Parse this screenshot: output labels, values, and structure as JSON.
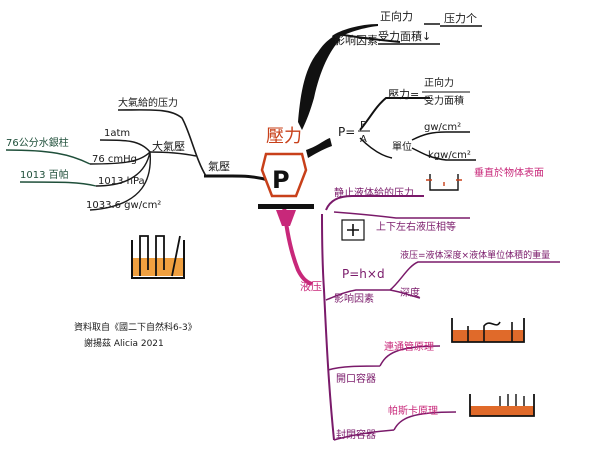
{
  "center": {
    "title": "壓力",
    "symbol": "P"
  },
  "influence": {
    "label": "影响因素",
    "force": "正向力",
    "area": "受力面積↓",
    "result": "压力个"
  },
  "formula": {
    "lhs": "P=",
    "numerator": "F",
    "denominator": "A",
    "def_label": "壓力=",
    "def_top": "正向力",
    "def_bottom": "受力面積",
    "unit_label": "單位",
    "unit1": "gw/cm²",
    "unit2": "kgw/cm²"
  },
  "atmosphere": {
    "branch": "氣壓",
    "big": "大氣壓",
    "label": "大氣給的压力",
    "atm": "1atm",
    "cmhg": "76 cmHg",
    "hpa": "1013 hPa",
    "gwcm": "1033.6 gw/cm²",
    "mercury": "76公分水銀柱",
    "hundred": "1013 百帕"
  },
  "liquid": {
    "branch": "液压",
    "static_label": "静止液体給的压力",
    "perpendicular": "垂直於物体表面",
    "directions": "上下左右液压相等",
    "formula": "P=h×d",
    "influence": "影响因素",
    "depth": "深度",
    "definition": "液压=液体深度×液体單位体積的重量",
    "open": "開口容器",
    "communicating": "連通管原理",
    "closed": "封閉容器",
    "pascal": "帕斯卡原理"
  },
  "credit": {
    "line1": "資料取自《國二下自然科6-3》",
    "line2": "謝揚茲 Alicia 2021"
  }
}
